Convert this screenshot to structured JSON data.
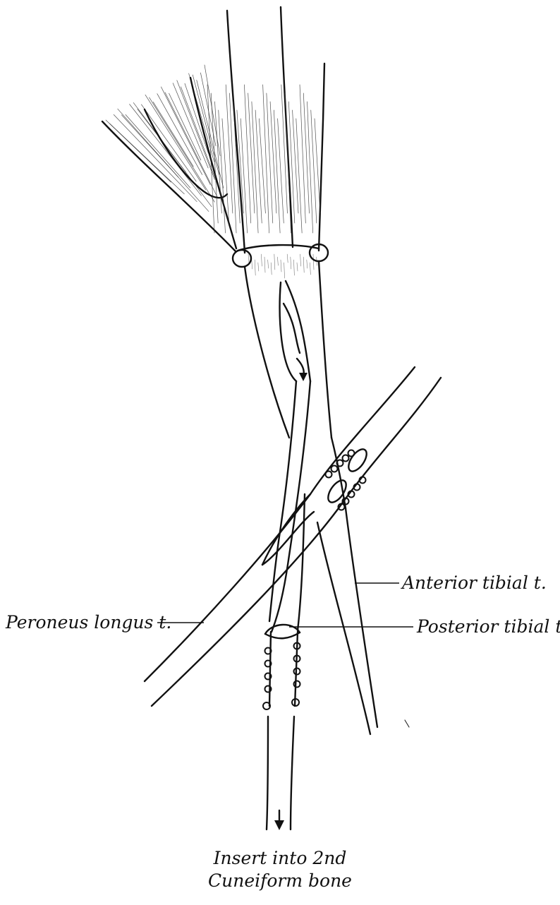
{
  "labels": {
    "anterior": "Anterior tibial t.",
    "peroneus": "Peroneus longus t.",
    "posterior": "Posterior tibial t."
  },
  "caption": {
    "line1": "Insert into 2nd",
    "line2": "Cuneiform bone"
  },
  "colors": {
    "ink": "#111111",
    "background": "#ffffff"
  },
  "icons": {
    "flow_arrow_upper": "arrow-down-icon",
    "flow_arrow_lower": "arrow-down-icon"
  }
}
